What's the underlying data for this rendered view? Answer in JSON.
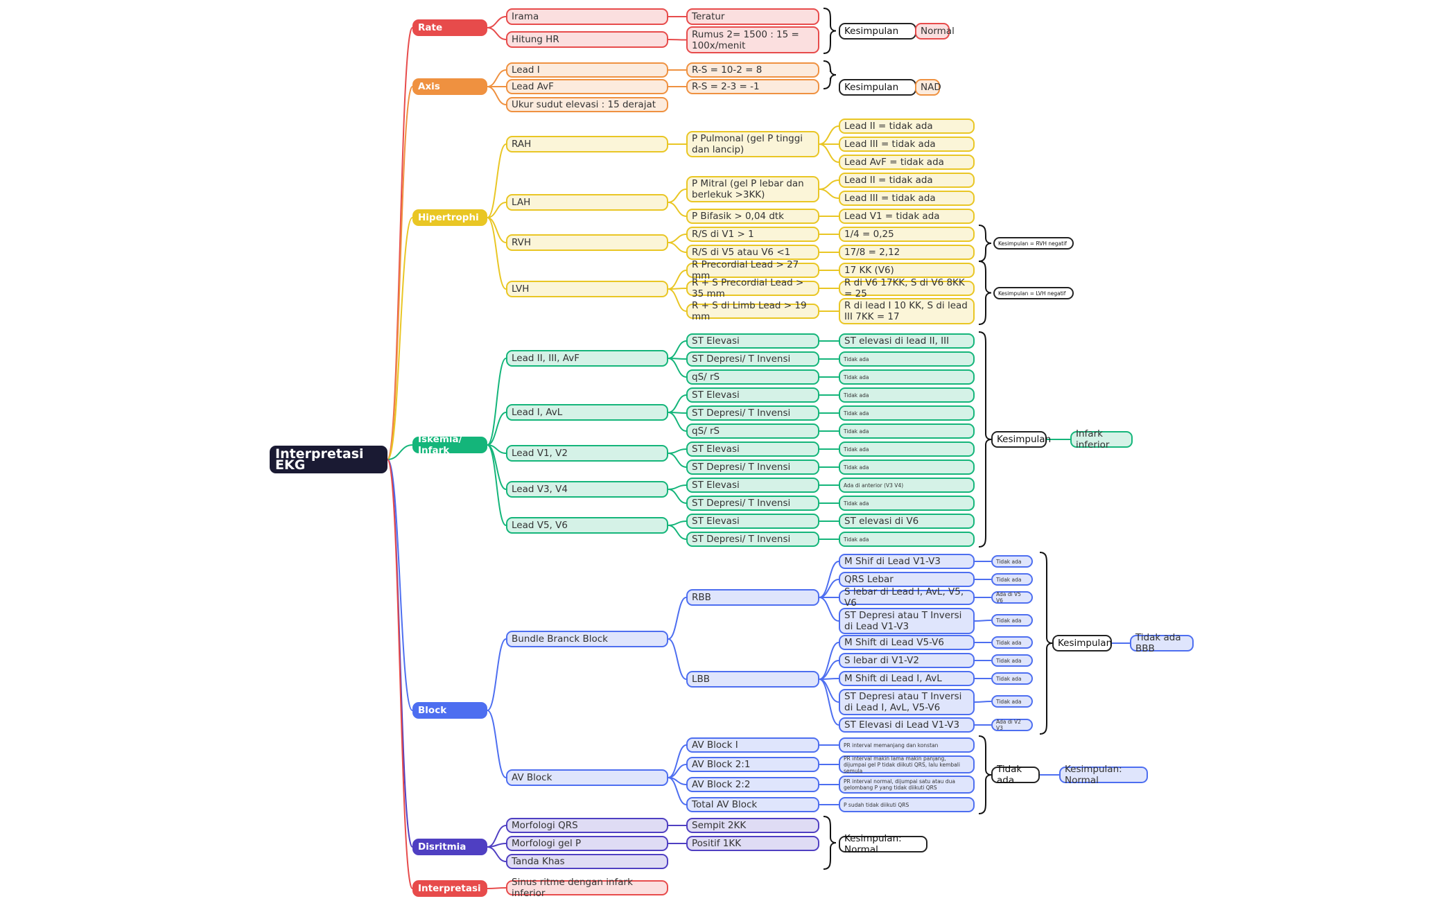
{
  "title": "Interpretasi EKG",
  "colors": {
    "rate": "#e74b4b",
    "axis": "#ef9140",
    "hipertrophi": "#e9c624",
    "iskemia": "#14b57a",
    "block": "#4d6ef0",
    "disritmia": "#4f3fc2",
    "interpretasi": "#e74b4b"
  },
  "branches": [
    {
      "label": "Rate",
      "color": "rate"
    },
    {
      "label": "Axis",
      "color": "axis"
    },
    {
      "label": "Hipertrophi",
      "color": "hipertrophi"
    },
    {
      "label": "Iskemia/ Infark",
      "color": "iskemia"
    },
    {
      "label": "Block",
      "color": "block"
    },
    {
      "label": "Disritmia",
      "color": "disritmia"
    },
    {
      "label": "Interpretasi",
      "color": "interpretasi"
    }
  ],
  "rate": {
    "items": [
      {
        "label": "Irama",
        "value": "Teratur"
      },
      {
        "label": "Hitung HR",
        "value": "Rumus 2= 1500 : 15 = 100x/menit"
      }
    ],
    "kesimpulan": "Kesimpulan",
    "result": "Normal"
  },
  "axis": {
    "items": [
      {
        "label": "Lead I",
        "value": "R-S = 10-2 = 8"
      },
      {
        "label": "Lead AvF",
        "value": "R-S = 2-3 = -1"
      },
      {
        "label": "Ukur sudut elevasi : 15 derajat"
      }
    ],
    "kesimpulan": "Kesimpulan",
    "result": "NAD"
  },
  "hipertrophi": {
    "rah": {
      "label": "RAH",
      "criterion": "P Pulmonal (gel P tinggi dan lancip)",
      "leads": [
        "Lead II = tidak ada",
        "Lead III = tidak ada",
        "Lead AvF = tidak ada"
      ]
    },
    "lah": {
      "label": "LAH",
      "criteria": [
        {
          "label": "P Mitral (gel P lebar dan berlekuk >3KK)",
          "leads": [
            "Lead II = tidak ada",
            "Lead III = tidak ada"
          ]
        },
        {
          "label": "P Bifasik > 0,04 dtk",
          "leads": [
            "Lead V1 = tidak ada"
          ]
        }
      ]
    },
    "rvh": {
      "label": "RVH",
      "criteria": [
        {
          "label": "R/S di V1 > 1",
          "value": "1/4 = 0,25"
        },
        {
          "label": "R/S di V5 atau V6 <1",
          "value": "17/8 = 2,12"
        }
      ],
      "kesimpulan": "Kesimpulan = RVH negatif"
    },
    "lvh": {
      "label": "LVH",
      "criteria": [
        {
          "label": "R Precordial Lead > 27 mm",
          "value": "17 KK (V6)"
        },
        {
          "label": "R + S Precordial Lead > 35 mm",
          "value": "R di V6 17KK, S di V6 8KK = 25"
        },
        {
          "label": "R + S di Limb Lead > 19 mm",
          "value": "R di lead I 10 KK, S di lead III 7KK = 17"
        }
      ],
      "kesimpulan": "Kesimpulan = LVH negatif"
    }
  },
  "iskemia": {
    "groups": [
      {
        "label": "Lead II, III, AvF",
        "items": [
          {
            "label": "ST Elevasi",
            "value": "ST elevasi di lead II, III"
          },
          {
            "label": "ST Depresi/ T Invensi",
            "value": "Tidak ada"
          },
          {
            "label": "qS/ rS",
            "value": "Tidak ada"
          }
        ]
      },
      {
        "label": "Lead I, AvL",
        "items": [
          {
            "label": "ST Elevasi",
            "value": "Tidak ada"
          },
          {
            "label": "ST Depresi/ T Invensi",
            "value": "Tidak ada"
          },
          {
            "label": "qS/ rS",
            "value": "Tidak ada"
          }
        ]
      },
      {
        "label": "Lead V1, V2",
        "items": [
          {
            "label": "ST Elevasi",
            "value": "Tidak ada"
          },
          {
            "label": "ST Depresi/ T Invensi",
            "value": "Tidak ada"
          }
        ]
      },
      {
        "label": "Lead V3, V4",
        "items": [
          {
            "label": "ST Elevasi",
            "value": "Ada di anterior (V3 V4)"
          },
          {
            "label": "ST Depresi/ T Invensi",
            "value": "Tidak ada"
          }
        ]
      },
      {
        "label": "Lead V5, V6",
        "items": [
          {
            "label": "ST Elevasi",
            "value": "ST elevasi di V6"
          },
          {
            "label": "ST Depresi/ T Invensi",
            "value": "Tidak ada"
          }
        ]
      }
    ],
    "kesimpulan": "Kesimpulan",
    "result": "Infark inferior"
  },
  "block": {
    "bbb": {
      "label": "Bundle Branck Block",
      "rbb": {
        "label": "RBB",
        "items": [
          {
            "label": "M Shif di Lead V1-V3",
            "value": "Tidak ada"
          },
          {
            "label": "QRS Lebar",
            "value": "Tidak ada"
          },
          {
            "label": "S lebar di Lead I, AvL, V5, V6",
            "value": "Ada di V5 V6"
          },
          {
            "label": "ST Depresi atau T Inversi di Lead V1-V3",
            "value": "Tidak ada"
          }
        ]
      },
      "lbb": {
        "label": "LBB",
        "items": [
          {
            "label": "M Shift di Lead V5-V6",
            "value": "Tidak ada"
          },
          {
            "label": "S lebar di V1-V2",
            "value": "Tidak ada"
          },
          {
            "label": "M Shift di Lead I, AvL",
            "value": "Tidak ada"
          },
          {
            "label": "ST Depresi atau T Inversi di Lead I, AvL, V5-V6",
            "value": "Tidak ada"
          },
          {
            "label": "ST Elevasi di Lead V1-V3",
            "value": "Ada di V2 V3"
          }
        ]
      },
      "kesimpulan": "Kesimpulan",
      "result": "Tidak ada BBB"
    },
    "av": {
      "label": "AV Block",
      "items": [
        {
          "label": "AV Block I",
          "value": "PR interval memanjang dan konstan"
        },
        {
          "label": "AV Block 2:1",
          "value": "PR interval makin lama makin panjang, dijumpai gel P tidak diikuti QRS, lalu kembali semula"
        },
        {
          "label": "AV Block 2:2",
          "value": "PR interval normal, dijumpai satu atau dua gelombang P yang tidak diikuti QRS"
        },
        {
          "label": "Total AV Block",
          "value": "P sudah tidak diikuti QRS"
        }
      ],
      "kesimpulan": "Tidak ada",
      "result": "Kesimpulan: Normal"
    }
  },
  "disritmia": {
    "items": [
      {
        "label": "Morfologi QRS",
        "value": "Sempit 2KK"
      },
      {
        "label": "Morfologi gel P",
        "value": "Positif 1KK"
      },
      {
        "label": "Tanda Khas"
      }
    ],
    "kesimpulan": "Kesimpulan: Normal"
  },
  "interpretasi": {
    "value": "Sinus ritme dengan infark inferior"
  }
}
